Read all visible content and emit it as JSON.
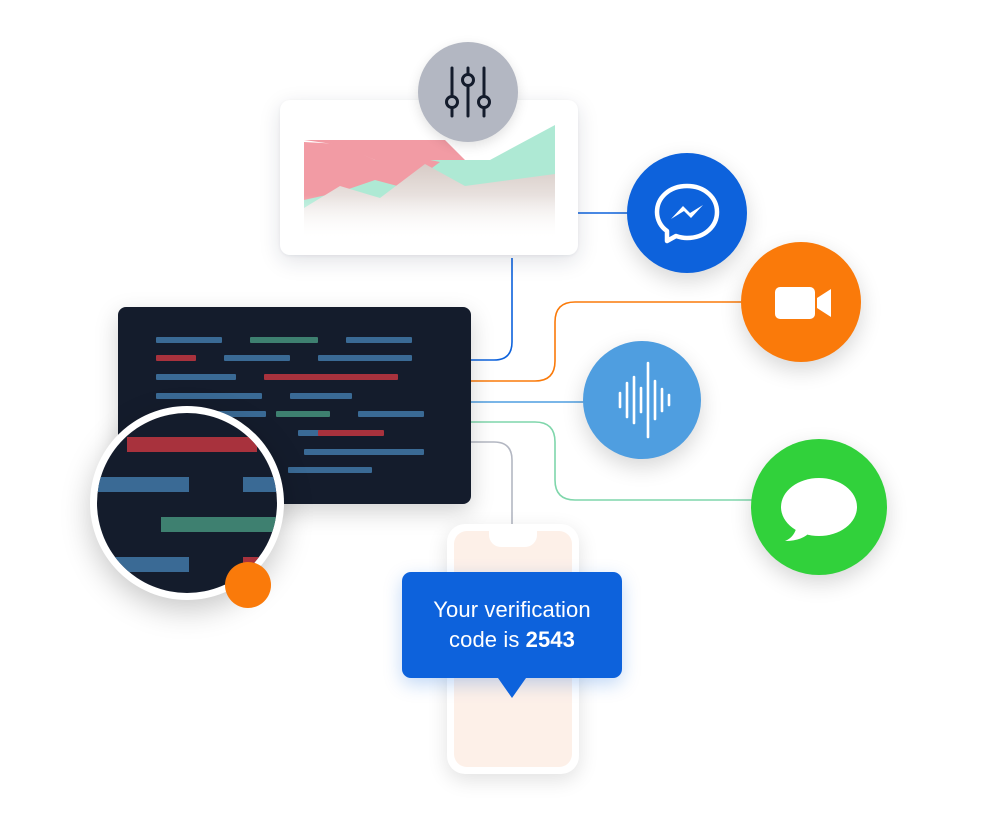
{
  "diagram": {
    "sms_notification": {
      "line1": "Your verification",
      "line2_prefix": "code is",
      "code": "2543"
    },
    "icons": {
      "settings": "sliders-icon",
      "messenger": "messenger-icon",
      "video": "video-camera-icon",
      "voice": "sound-wave-icon",
      "imessage": "chat-bubble-icon"
    },
    "colors": {
      "brand_blue": "#0d62dc",
      "orange": "#fa7a0a",
      "voice_blue": "#4f9ee0",
      "green": "#31d13b",
      "code_bg": "#141c2c",
      "settings_gray": "#b3b7c2",
      "chart_red": "#f29ba4",
      "chart_green": "#aee9d4"
    }
  }
}
